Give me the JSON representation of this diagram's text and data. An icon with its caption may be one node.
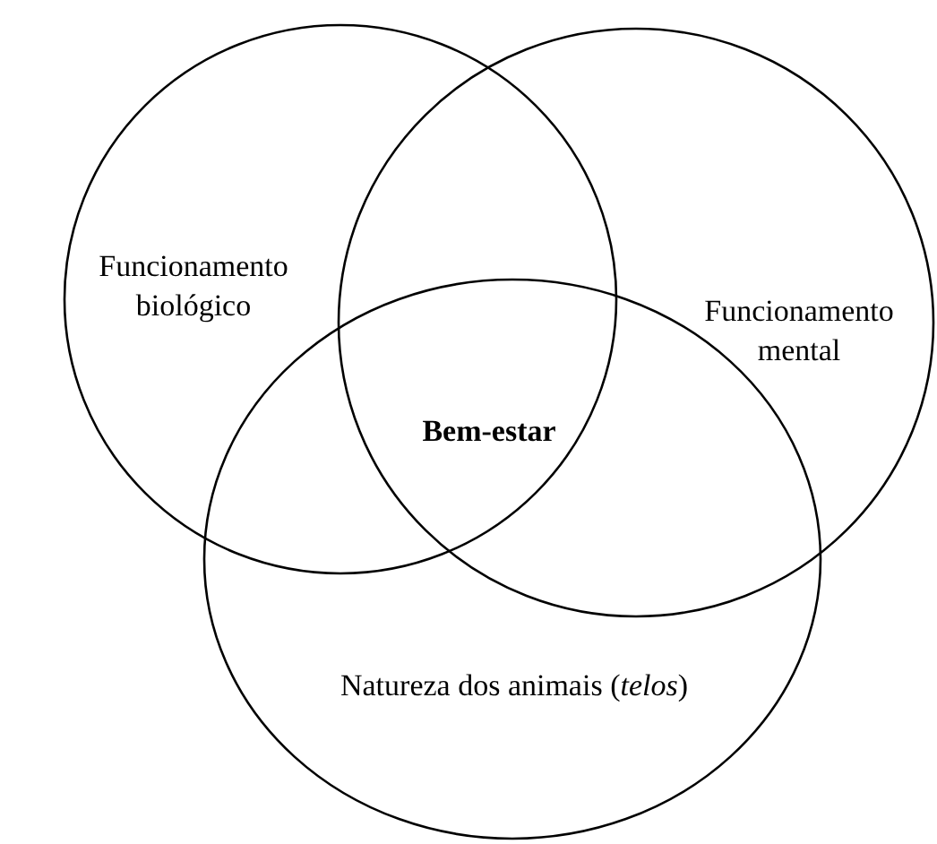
{
  "diagram": {
    "nodes": [
      {
        "text": [
          "Funcionamento biológico"
        ]
      },
      {
        "text": [
          "Funcionamento mental"
        ]
      },
      {
        "text": [
          "Natureza dos animais (*telos*)"
        ]
      }
    ],
    "edges": [],
    "labels": [
      "Bem-estar"
    ]
  }
}
